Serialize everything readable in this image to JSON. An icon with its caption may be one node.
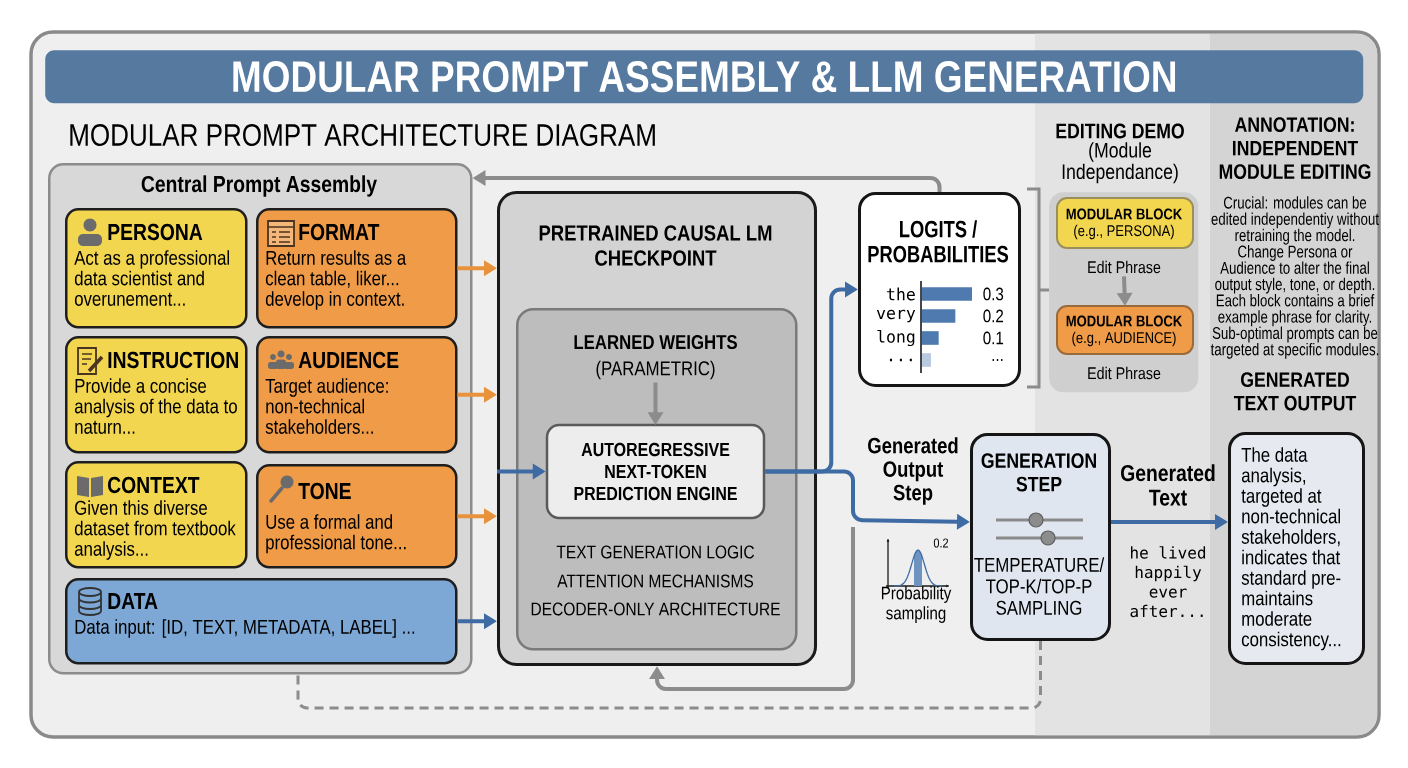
{
  "diagram": {
    "title": "MODULAR PROMPT ASSEMBLY & LLM GENERATION",
    "nodes": [
      {
        "text": [
          "Central Prompt Assembly"
        ]
      },
      {
        "text": [
          "PERSONA",
          "Act as a professional data scientist and overunement..."
        ],
        "in": 0
      },
      {
        "text": [
          "FORMAT",
          "Return results as a clean table, liker... develop in context."
        ],
        "in": 0
      },
      {
        "text": [
          "INSTRUCTION",
          "Provide a concise analysis of the data to naturn..."
        ],
        "in": 0
      },
      {
        "text": [
          "AUDIENCE",
          "Target audience: non-technical stakeholders..."
        ],
        "in": 0
      },
      {
        "text": [
          "CONTEXT",
          "Given this diverse dataset from textbook analysis..."
        ],
        "in": 0
      },
      {
        "text": [
          "TONE",
          "Use a formal and professional tone..."
        ],
        "in": 0
      },
      {
        "text": [
          "DATA",
          "Data input: [ID, TEXT, METADATA, LABEL] ..."
        ],
        "in": 0
      },
      {
        "text": [
          "PRETRAINED CAUSAL LM CHECKPOINT"
        ]
      },
      {
        "text": [
          "TEXT GENERATION LOGIC",
          "ATTENTION MECHANISMS",
          "DECODER-ONLY ARCHITECTURE"
        ],
        "in": 8
      },
      {
        "text": [
          "LEARNED WEIGHTS",
          "(PARAMETRIC)"
        ],
        "in": 9
      },
      {
        "text": [
          "AUTOREGRESSIVE NEXT-TOKEN PREDICTION ENGINE"
        ],
        "in": 9
      },
      {
        "text": [
          "LOGITS / PROBABILITIES"
        ]
      },
      {
        "text": [
          "EDITING DEMO",
          "(Module Independance)"
        ]
      },
      {
        "text": [
          "MODULAR BLOCK",
          "(e.g., PERSONA)"
        ],
        "in": 13,
        "beside": [
          "Edit Phrase"
        ]
      },
      {
        "text": [
          "MODULAR BLOCK",
          "(e.g., AUDIENCE)"
        ],
        "in": 13,
        "beside": [
          "Edit Phrase"
        ]
      },
      {
        "text": [
          "GENERATION STEP",
          "TEMPERATURE/ TOP-K/TOP-P SAMPLING"
        ]
      },
      {
        "text": [
          "GENERATED TEXT OUTPUT",
          "The data analysis, targeted at non-technical stakeholders, indicates that standard pre- maintains moderate consistency..."
        ]
      }
    ],
    "edges": [
      {
        "from": 2,
        "to": 8,
        "arrow": "to",
        "color": "#e8923c"
      },
      {
        "from": 4,
        "to": 8,
        "arrow": "to",
        "color": "#e8923c"
      },
      {
        "from": 6,
        "to": 8,
        "arrow": "to",
        "color": "#e8923c"
      },
      {
        "from": 7,
        "to": 8,
        "arrow": "to"
      },
      {
        "from": 8,
        "to": 11,
        "arrow": "to"
      },
      {
        "from": 10,
        "to": 11,
        "arrow": "to",
        "color": "#8c8c8c"
      },
      {
        "from": 12,
        "to": 0,
        "arrow": "to",
        "color": "#8c8c8c"
      },
      {
        "from": 11,
        "to": 12,
        "arrow": "to"
      },
      {
        "from": 11,
        "to": 16,
        "arrow": "to",
        "label": "Generated Output Step"
      },
      {
        "from": null,
        "to": 8,
        "arrow": "to",
        "color": "#8c8c8c"
      },
      {
        "from": 16,
        "to": 0,
        "arrow": "none",
        "style": "dashed",
        "color": "#8c8c8c"
      },
      {
        "from": 14,
        "to": 15,
        "arrow": "to",
        "color": "#8c8c8c"
      },
      {
        "from": 16,
        "to": 17,
        "arrow": "to",
        "label": "Generated Text"
      }
    ],
    "labels": [
      "MODULAR PROMPT ARCHITECTURE DIAGRAM",
      "ANNOTATION: INDEPENDENT MODULE EDITING",
      "Crucial: modules can be edited independentiy without retraining the model. Change Persona or Audience to alter the final output style, tone, or depth. Each block contains a brief example phrase for clarity. Sub-optimal prompts can be targeted at specific modules.",
      "0.2",
      "Probability sampling",
      "he lived happily ever after...",
      "..."
    ],
    "chart_data": {
      "type": "bar",
      "orientation": "horizontal",
      "categories": [
        "the",
        "very",
        "long",
        "..."
      ],
      "series": [
        {
          "color": "#4f7ab0",
          "values": [
            0.3,
            0.2,
            0.1,
            null
          ]
        }
      ],
      "data_labels": true,
      "value_labels": [
        "0.3",
        "0.2",
        "0.1",
        null
      ]
    }
  }
}
